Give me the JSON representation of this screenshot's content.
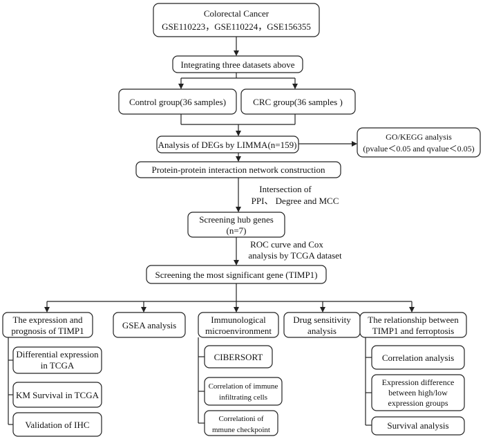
{
  "nodes": {
    "top": {
      "line1": "Colorectal Cancer",
      "line2": "GSE110223，GSE110224，GSE156355"
    },
    "integrate": "Integrating three datasets above",
    "control": "Control group(36 samples)",
    "crc": "CRC group(36 samples )",
    "degs": "Analysis of DEGs by LIMMA(n=159)",
    "gokegg": {
      "line1": "GO/KEGG analysis",
      "line2": "(pvalue＜0.05 and qvalue＜0.05)"
    },
    "ppi": "Protein-protein interaction network construction",
    "hub": {
      "line1": "Screening hub genes",
      "line2": "(n=7)"
    },
    "significant": "Screening the most significant gene (TIMP1)",
    "expression": {
      "line1": "The expression and",
      "line2": "prognosis of TIMP1"
    },
    "diffexp": {
      "line1": "Differential expression",
      "line2": "in TCGA"
    },
    "km": "KM Survival in TCGA",
    "ihc": "Validation of IHC",
    "gsea": "GSEA analysis",
    "immuno": {
      "line1": "Immunological",
      "line2": "microenvironment"
    },
    "cibersort": "CIBERSORT",
    "corr_immune": {
      "line1": "Correlation of immune",
      "line2": "infiltrating cells"
    },
    "corr_checkpoint": {
      "line1": "Correlationi of",
      "line2": "mmune checkpoint"
    },
    "drug": {
      "line1": "Drug sensitivity",
      "line2": "analysis"
    },
    "relationship": {
      "line1": "The relationship between",
      "line2": "TIMP1 and ferroptosis"
    },
    "corr_analysis": "Correlation analysis",
    "expr_diff": {
      "line1": "Expression difference",
      "line2": "between high/low",
      "line3": "expression groups"
    },
    "survival": "Survival analysis"
  },
  "edge_labels": {
    "intersection": {
      "line1": "Intersection of",
      "line2": "PPI、 Degree and MCC"
    },
    "roc": {
      "line1": "ROC curve and Cox",
      "line2": "analysis by TCGA dataset"
    }
  }
}
